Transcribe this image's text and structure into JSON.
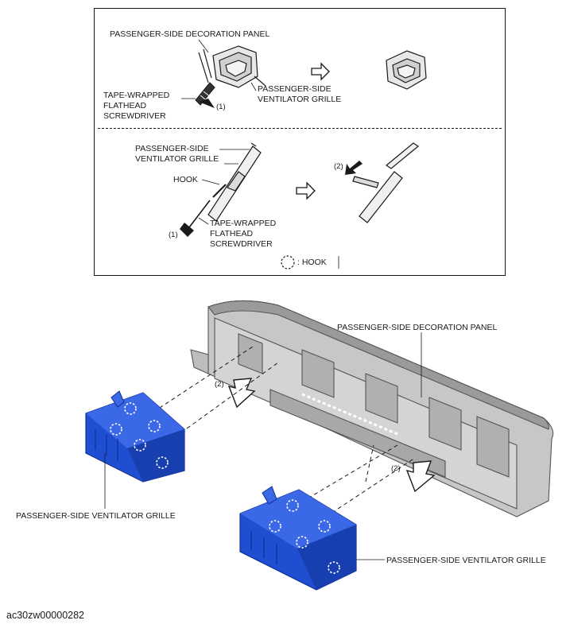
{
  "top_panel": {
    "upper": {
      "decoration_panel": "PASSENGER-SIDE DECORATION PANEL",
      "tape_line1": "TAPE-WRAPPED",
      "tape_line2": "FLATHEAD",
      "tape_line3": "SCREWDRIVER",
      "step1": "(1)",
      "grille_line1": "PASSENGER-SIDE",
      "grille_line2": "VENTILATOR GRILLE"
    },
    "lower": {
      "grille_line1": "PASSENGER-SIDE",
      "grille_line2": "VENTILATOR GRILLE",
      "hook": "HOOK",
      "step1": "(1)",
      "step2": "(2)",
      "tape_line1": "TAPE-WRAPPED",
      "tape_line2": "FLATHEAD",
      "tape_line3": "SCREWDRIVER",
      "legend": ": HOOK"
    }
  },
  "bottom_diagram": {
    "decoration_panel": "PASSENGER-SIDE DECORATION PANEL",
    "step2_left": "(2)",
    "step2_right": "(2)",
    "grille_left": "PASSENGER-SIDE VENTILATOR GRILLE",
    "grille_right": "PASSENGER-SIDE VENTILATOR GRILLE"
  },
  "colors": {
    "grille_blue": "#1f4fd0",
    "grille_blue_dark": "#0f2f96",
    "panel_gray": "#b9b9b9"
  },
  "caption": "ac30zw00000282"
}
